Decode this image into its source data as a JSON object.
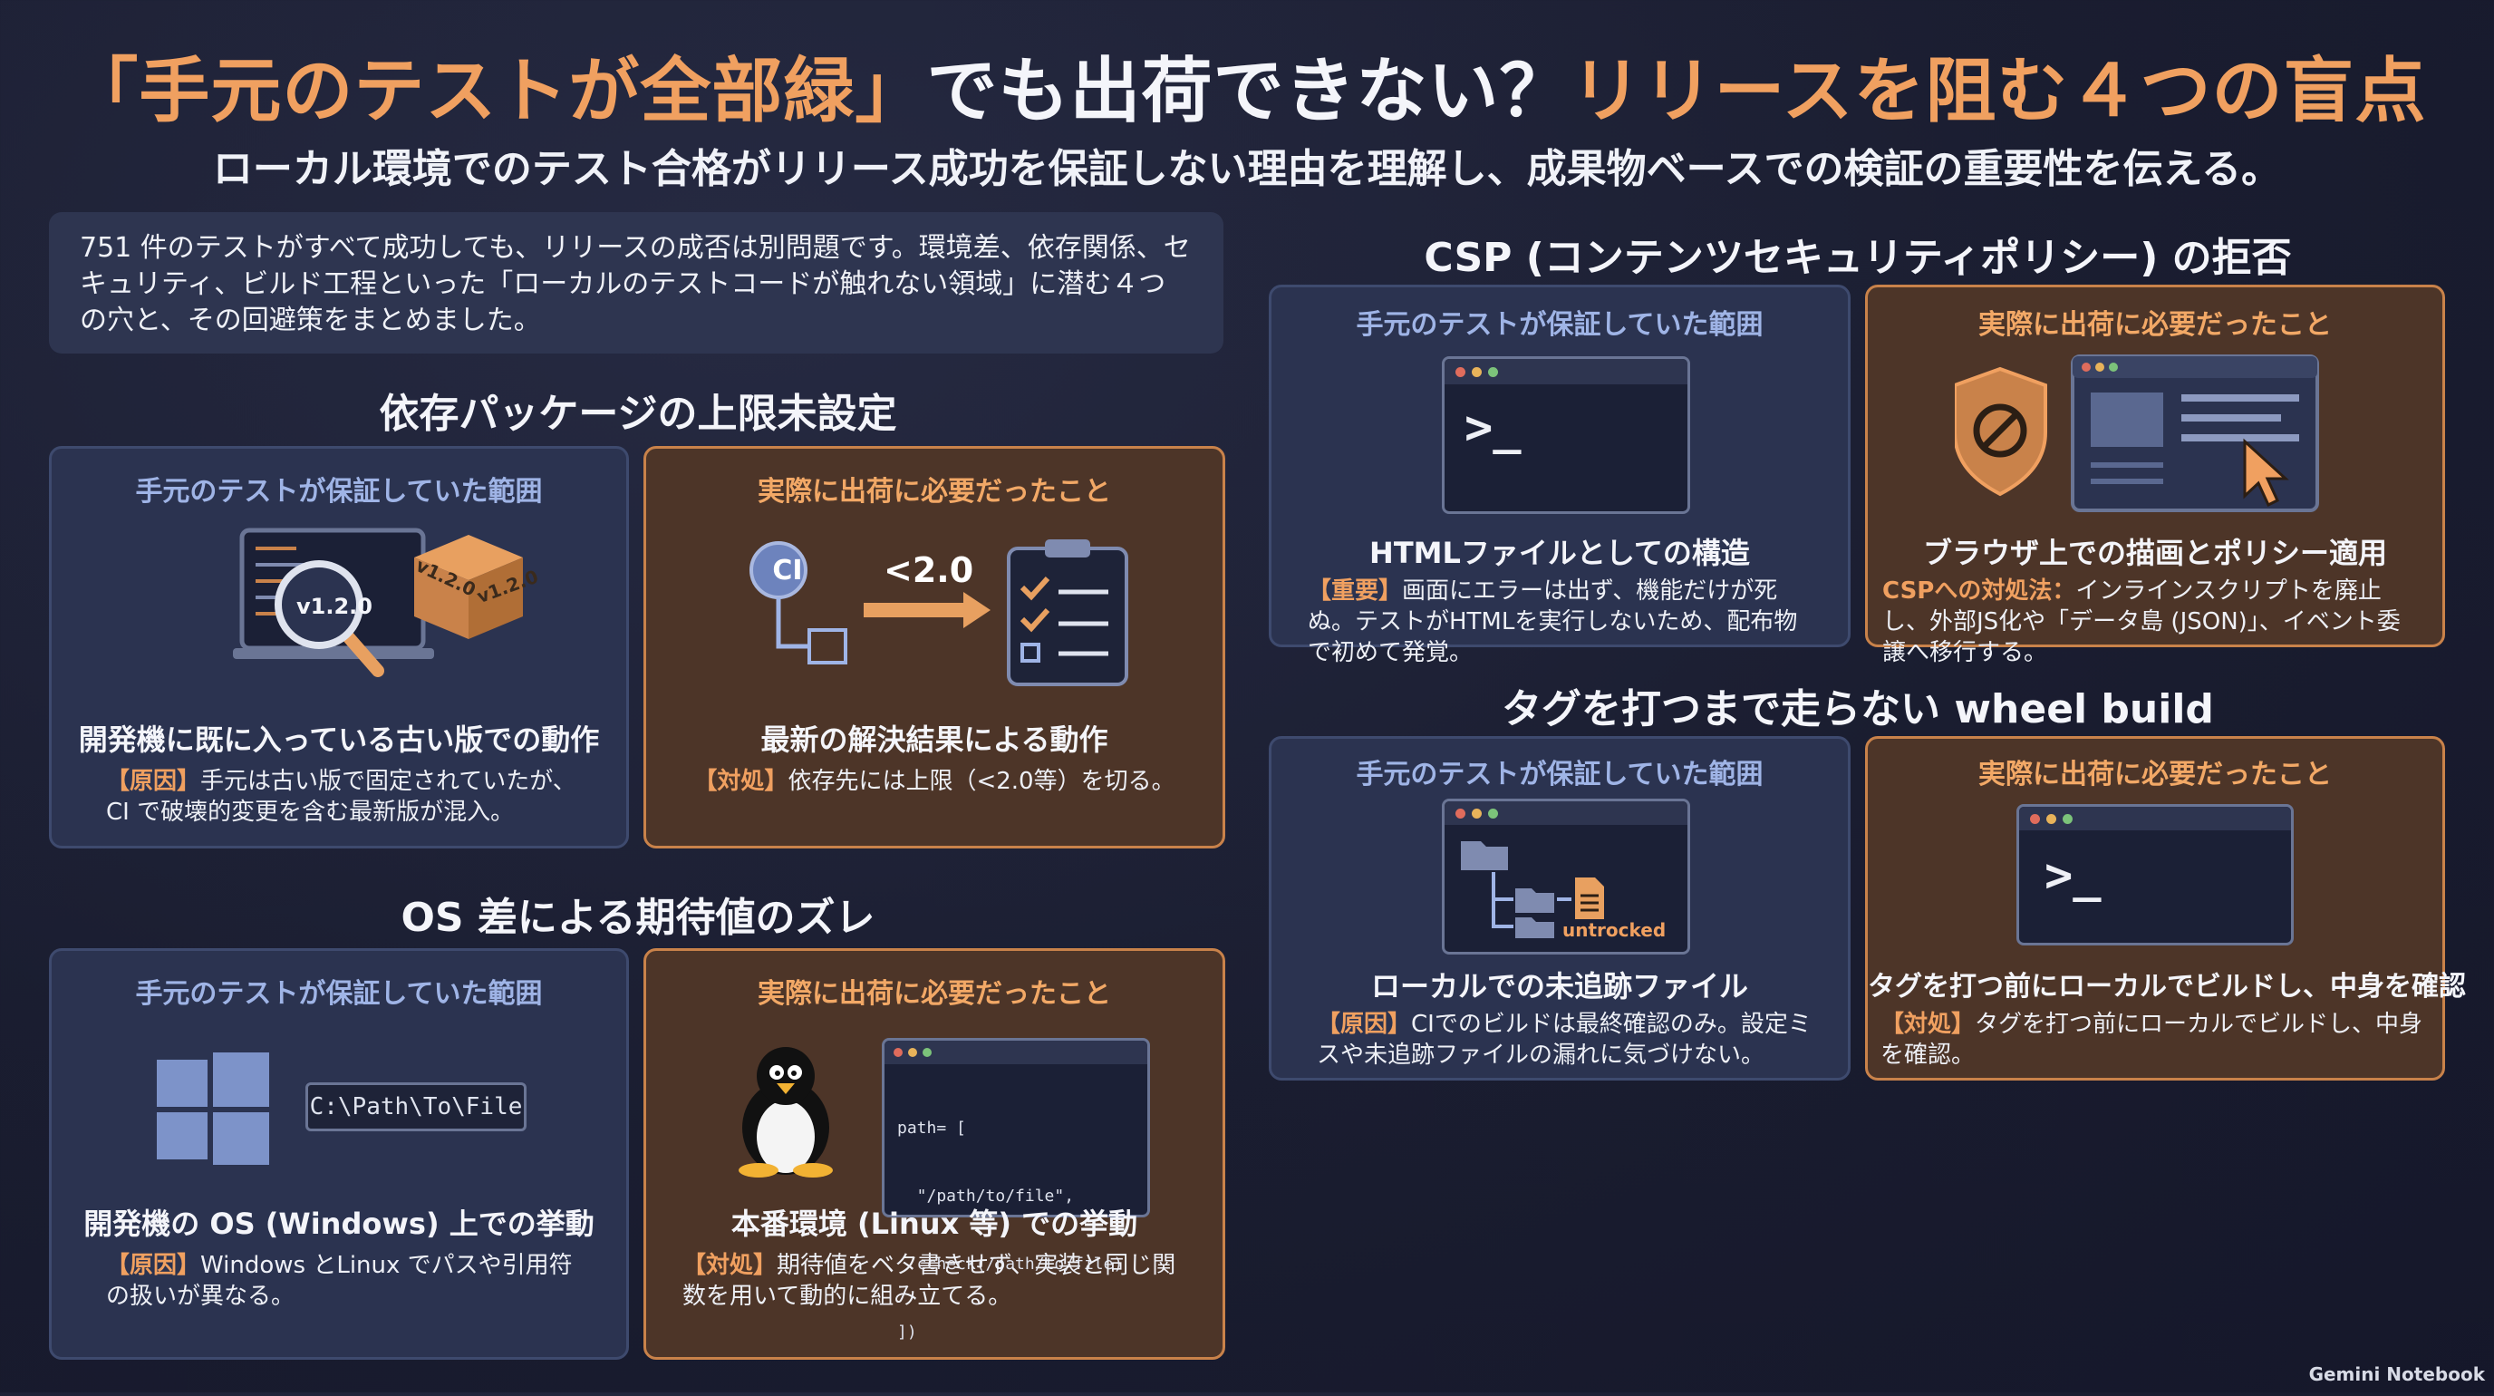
{
  "title": {
    "part1": "「手元のテストが全部緑」",
    "part2": "でも出荷できない？",
    "part3": "リリースを阻む４つの盲点"
  },
  "subtitle": "ローカル環境でのテスト合格がリリース成功を保証しない理由を理解し、成果物ベースでの検証の重要性を伝える。",
  "intro": "751 件のテストがすべて成功しても、リリースの成否は別問題です。環境差、依存関係、セキュリティ、ビルド工程といった「ローカルのテストコードが触れない領域」に潜む４つの穴と、その回避策をまとめました。",
  "footer": "Gemini Notebook",
  "colors": {
    "accent": "#f0a060",
    "blue_head": "#9fb4e6",
    "orange_border": "#c9824a"
  },
  "sections": {
    "deps": {
      "title": "依存パッケージの上限未設定",
      "left": {
        "head": "手元のテストが保証していた範囲",
        "icons": [
          "laptop-icon",
          "magnifier-icon",
          "package-box-icon"
        ],
        "magnifier_label": "v1.2.0",
        "box_label_1": "v1.2.0",
        "box_label_2": "v1.2.0",
        "caption": "開発機に既に入っている古い版での動作",
        "tag": "【原因】",
        "desc": "手元は古い版で固定されていたが、CI で破壊的変更を含む最新版が混入。"
      },
      "right": {
        "head": "実際に出荷に必要だったこと",
        "icons": [
          "ci-node-icon",
          "arrow-icon",
          "checklist-icon"
        ],
        "ci_label": "CI",
        "version_label": "<2.0",
        "caption": "最新の解決結果による動作",
        "tag": "【対処】",
        "desc": "依存先には上限（<2.0等）を切る。"
      }
    },
    "os": {
      "title": "OS 差による期待値のズレ",
      "left": {
        "head": "手元のテストが保証していた範囲",
        "icons": [
          "windows-logo-icon"
        ],
        "path_label": "C:\\Path\\To\\File",
        "caption": "開発機の OS (Windows) 上での挙動",
        "tag": "【原因】",
        "desc": "Windows とLinux でパスや引用符の扱いが異なる。"
      },
      "right": {
        "head": "実際に出荷に必要だったこと",
        "icons": [
          "linux-penguin-icon",
          "code-window-icon"
        ],
        "code_lines": [
          "path= [",
          "  \"/path/to/file\",",
          "  ccheck(/path/to/file)",
          "])"
        ],
        "caption": "本番環境 (Linux 等) での挙動",
        "tag": "【対処】",
        "desc": "期待値をベタ書きせず、実装と同じ関数を用いて動的に組み立てる。"
      }
    },
    "csp": {
      "title": "CSP (コンテンツセキュリティポリシー) の拒否",
      "left": {
        "head": "手元のテストが保証していた範囲",
        "icons": [
          "terminal-icon"
        ],
        "prompt": ">_",
        "caption": "HTMLファイルとしての構造",
        "tag": "【重要】",
        "desc": "画面にエラーは出ず、機能だけが死ぬ。テストがHTMLを実行しないため、配布物で初めて発覚。"
      },
      "right": {
        "head": "実際に出荷に必要だったこと",
        "icons": [
          "shield-block-icon",
          "browser-window-icon",
          "cursor-icon"
        ],
        "caption": "ブラウザ上での描画とポリシー適用",
        "tag": "CSPへの対処法：",
        "desc": "インラインスクリプトを廃止し、外部JS化や「データ島 (JSON)」、イベント委譲へ移行する。"
      }
    },
    "wheel": {
      "title": "タグを打つまで走らない wheel build",
      "left": {
        "head": "手元のテストが保証していた範囲",
        "icons": [
          "folder-tree-icon",
          "file-icon"
        ],
        "untracked_label": "untrocked",
        "caption": "ローカルでの未追跡ファイル",
        "tag": "【原因】",
        "desc": "CIでのビルドは最終確認のみ。設定ミスや未追跡ファイルの漏れに気づけない。"
      },
      "right": {
        "head": "実際に出荷に必要だったこと",
        "icons": [
          "terminal-icon"
        ],
        "prompt": ">_",
        "caption": "タグを打つ前にローカルでビルドし、中身を確認",
        "tag": "【対処】",
        "desc": "タグを打つ前にローカルでビルドし、中身を確認。"
      }
    }
  }
}
